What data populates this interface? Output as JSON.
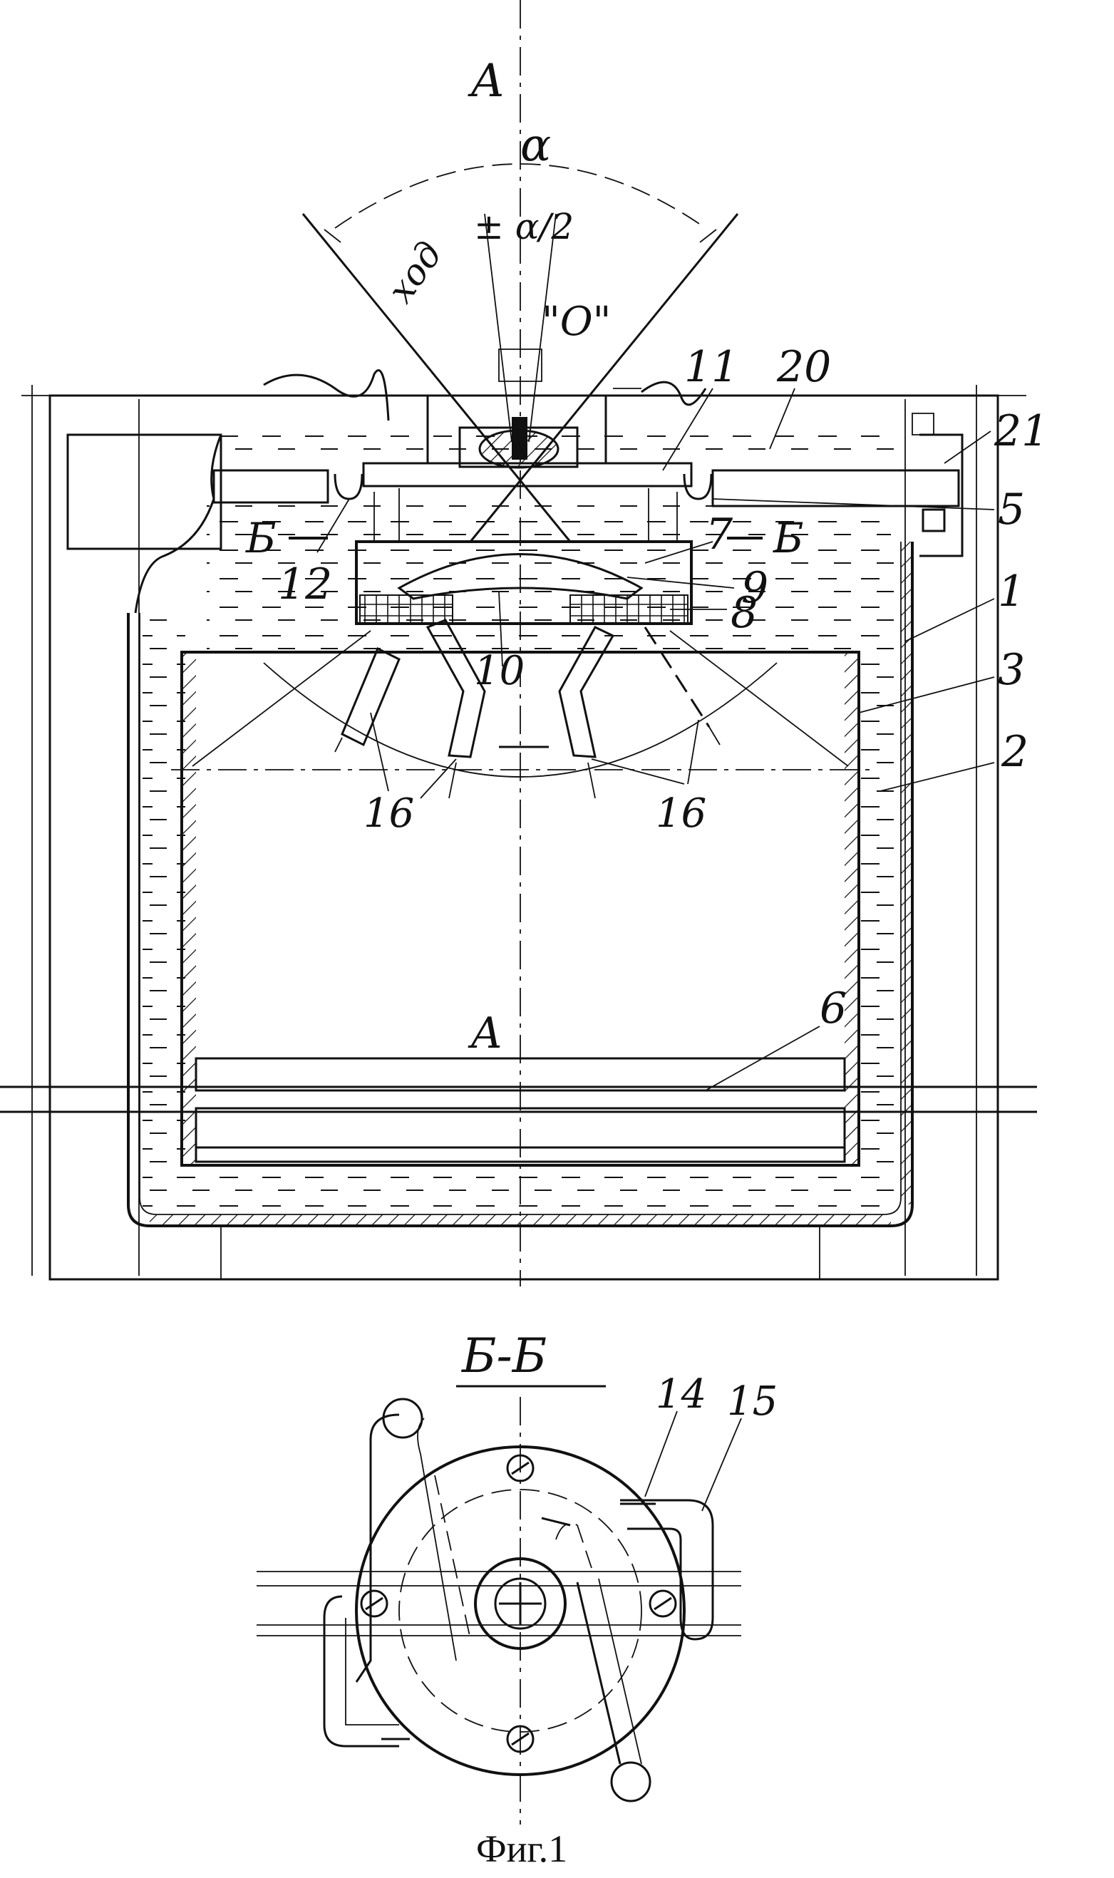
{
  "figure": {
    "caption": "Фиг.1",
    "section_mark": "А",
    "section_title": "Б-Б",
    "section_side_mark": "Б",
    "angle_symbol": "α",
    "travel_label": "ход",
    "half_angle_label": "± α/2",
    "zero_label": "\"О\"",
    "callouts": [
      "1",
      "2",
      "3",
      "5",
      "6",
      "7",
      "8",
      "9",
      "10",
      "11",
      "12",
      "14",
      "15",
      "16",
      "20",
      "21"
    ]
  }
}
